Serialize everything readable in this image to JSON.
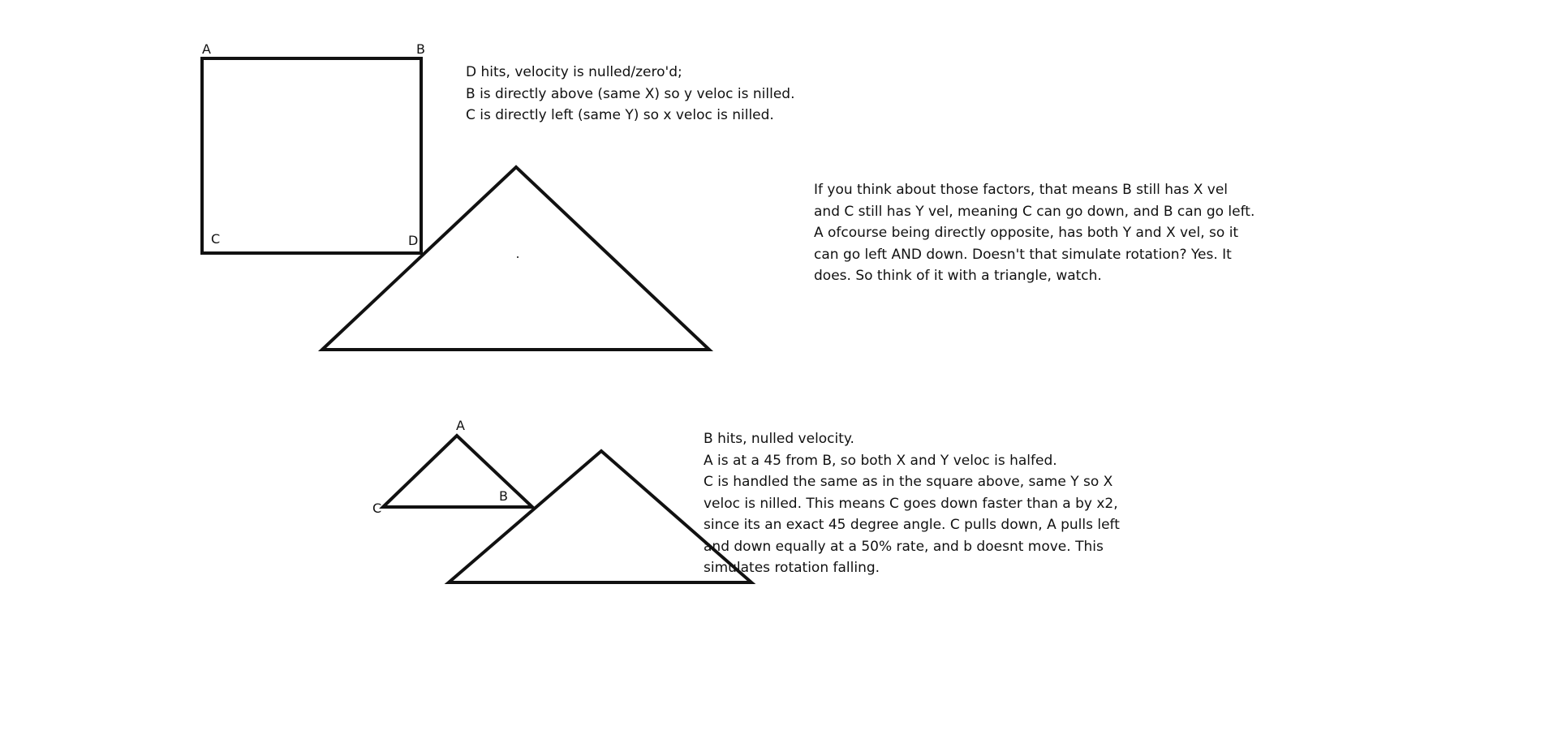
{
  "square": {
    "labels": {
      "a": "A",
      "b": "B",
      "c": "C",
      "d": "D"
    },
    "note": [
      "D hits, velocity is nulled/zero'd;",
      "B is directly above (same X) so y veloc is nilled.",
      "C is directly left (same  Y) so x veloc is nilled."
    ]
  },
  "explanation": [
    "If you think about those factors, that means B still has X vel",
    "and C still has Y vel, meaning C can go down, and B can go left.",
    "A ofcourse being directly opposite, has both Y and X vel, so it",
    "can go left AND down. Doesn't that simulate rotation? Yes. It",
    "does. So think of it with a triangle, watch."
  ],
  "triangle": {
    "labels": {
      "a": "A",
      "b": "B",
      "c": "C"
    },
    "note": [
      "B hits, nulled velocity.",
      "A is at a 45 from B, so both X and Y veloc is halfed.",
      "C is handled the same as in the square above, same Y so X",
      "veloc is nilled. This means C goes down faster than a by x2,",
      "since its an exact 45 degree angle. C pulls down, A pulls left",
      "and down equally at a 50% rate, and b doesnt move. This",
      "simulates rotation falling."
    ]
  },
  "colors": {
    "ink": "#111111",
    "background": "#ffffff"
  }
}
